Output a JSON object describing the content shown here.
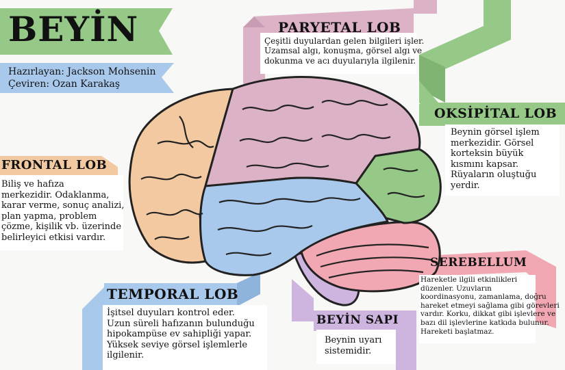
{
  "title": "BEYİN",
  "credits": {
    "author": "Hazırlayan: Jackson Mohsenin",
    "translator": "Çeviren: Ozan Karakaş"
  },
  "sections": {
    "parietal": {
      "title": "PARYETAL LOB",
      "lines": [
        "Çeşitli duyulardan gelen bilgileri işler.",
        "Uzamsal algı, konuşma, görsel algı ve",
        "dokunma ve acı duyularıyla ilgilenir."
      ]
    },
    "occipital": {
      "title": "OKSİPİTAL LOB",
      "lines": [
        "Beynin görsel işlem",
        "merkezidir. Görsel",
        "korteksin büyük",
        "kısmını kapsar.",
        "Rüyaların oluştuğu",
        "yerdir."
      ]
    },
    "frontal": {
      "title": "FRONTAL LOB",
      "lines": [
        "Biliş ve hafıza",
        "merkezidir. Odaklanma,",
        "karar verme, sonuç analizi,",
        "plan yapma, problem",
        "çözme, kişilik vb. üzerinde",
        "belirleyici etkisi vardır."
      ]
    },
    "temporal": {
      "title": "TEMPORAL LOB",
      "lines": [
        "İşitsel duyuları kontrol eder.",
        "Uzun süreli hafızanın bulunduğu",
        "hipokampüse ev sahipliği yapar.",
        "Yüksek seviye görsel işlemlerle",
        "ilgilenir."
      ]
    },
    "cerebellum": {
      "title": "SEREBELLUM",
      "lines": [
        "Hareketle ilgili etkinlikleri",
        "düzenler. Uzuvların",
        "koordinasyonu, zamanlama, doğru",
        "hareket etmeyi sağlama gibi görevleri",
        "vardır. Korku, dikkat gibi işlevlere ve",
        "bazı dil işlevlerine katkıda bulunur.",
        "Hareketi başlatmaz."
      ]
    },
    "brainstem": {
      "title": "BEYİN SAPI",
      "lines": [
        "Beynin uyarı",
        "sistemidir."
      ]
    }
  },
  "colors": {
    "frontal": "#f2c9a0",
    "parietal": "#dcb2c6",
    "occipital": "#96c888",
    "temporal": "#a8c8ec",
    "cerebellum": "#f2a8b2",
    "brainstem": "#cdb5df",
    "title_ribbon": "#96c888",
    "credit_ribbon": "#a8c8ec"
  }
}
